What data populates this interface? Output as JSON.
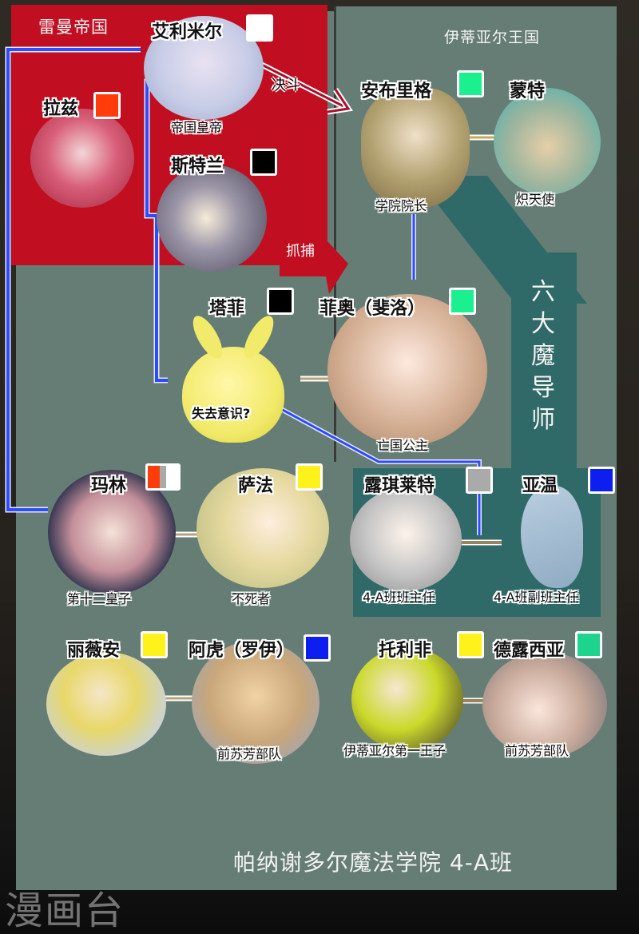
{
  "regions": {
    "empire": {
      "label": "雷曼帝国",
      "color": "#c10e20"
    },
    "kingdom": {
      "label": "伊蒂亚尔王国"
    },
    "six_mages": {
      "label_chars": [
        "六",
        "大",
        "魔",
        "导",
        "师"
      ],
      "color": "#2f6a68"
    },
    "academy": {
      "caption": "帕纳谢多尔魔法学院 4-A班",
      "color": "#667d76"
    }
  },
  "relations": {
    "duel": "决斗",
    "arrest": "抓捕",
    "unconscious": "失去意识?"
  },
  "characters": [
    {
      "id": "elimir",
      "name": "艾利米尔",
      "role": "帝国皇帝",
      "swatch": [
        "#ffffff"
      ]
    },
    {
      "id": "raz",
      "name": "拉兹",
      "role": "",
      "swatch": [
        "#ff3c0a"
      ]
    },
    {
      "id": "stran",
      "name": "斯特兰",
      "role": "",
      "swatch": [
        "#000000"
      ]
    },
    {
      "id": "anbrig",
      "name": "安布里格",
      "role": "学院院长",
      "swatch": [
        "#1af08e"
      ]
    },
    {
      "id": "mont",
      "name": "蒙特",
      "role": "炽天使",
      "swatch": []
    },
    {
      "id": "taffy",
      "name": "塔菲",
      "role": "",
      "swatch": [
        "#000000"
      ]
    },
    {
      "id": "fio",
      "name": "菲奥（斐洛）",
      "role": "亡国公主",
      "swatch": [
        "#1af08e"
      ]
    },
    {
      "id": "lucilet",
      "name": "露琪莱特",
      "role": "4-A班班主任",
      "swatch": [
        "#aaaaaa"
      ]
    },
    {
      "id": "yawen",
      "name": "亚温",
      "role": "4-A班副班主任",
      "swatch": [
        "#0c1ef0"
      ]
    },
    {
      "id": "marin",
      "name": "玛林",
      "role": "第十二皇子",
      "swatch": [
        "#ff3c0a",
        "#aaaaaa",
        "#ffffff"
      ]
    },
    {
      "id": "safa",
      "name": "萨法",
      "role": "不死者",
      "swatch": [
        "#fff21a"
      ]
    },
    {
      "id": "livian",
      "name": "丽薇安",
      "role": "",
      "swatch": [
        "#fff21a"
      ]
    },
    {
      "id": "ahu",
      "name": "阿虎（罗伊）",
      "role": "前苏芳部队",
      "swatch": [
        "#0c1ef0"
      ]
    },
    {
      "id": "torifei",
      "name": "托利非",
      "role": "伊蒂亚尔第一王子",
      "swatch": [
        "#fff21a"
      ]
    },
    {
      "id": "delucia",
      "name": "德露西亚",
      "role": "前苏芳部队",
      "swatch": [
        "#1ed48c"
      ]
    }
  ],
  "watermark": "漫画台"
}
